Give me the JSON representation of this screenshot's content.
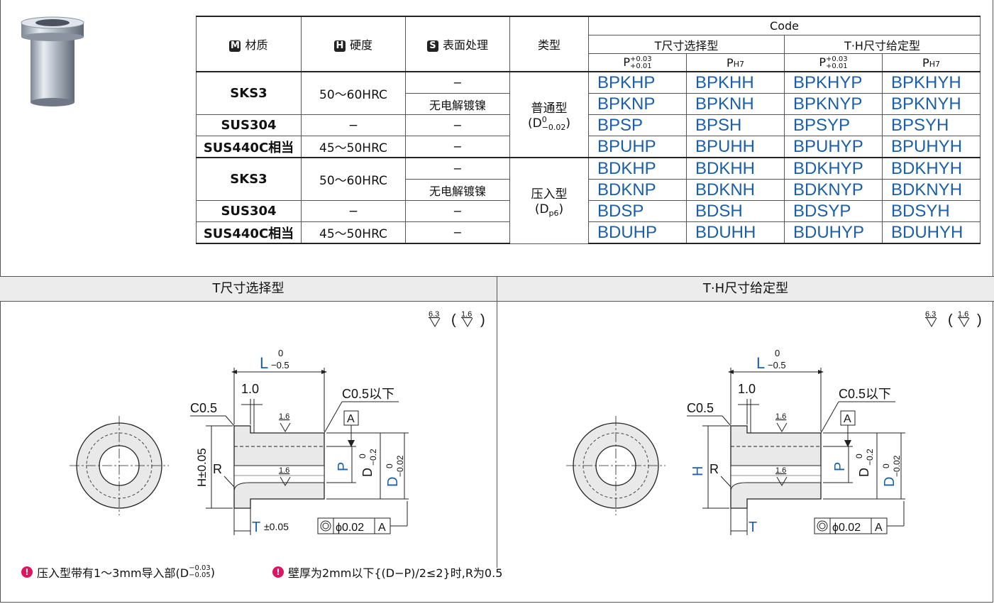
{
  "table": {
    "headers": {
      "material": "材质",
      "hardness": "硬度",
      "surface": "表面处理",
      "type": "类型",
      "code": "Code",
      "t_select": "T尺寸选择型",
      "th_given": "T·H尺寸给定型",
      "p_tol": "P",
      "p_tol_sup": "+0.03",
      "p_tol_sub": "+0.01",
      "ph7": "P",
      "ph7_sub": "H7"
    },
    "badges": {
      "material": "M",
      "hardness": "H",
      "surface": "S"
    },
    "groups": [
      {
        "type_name": "普通型",
        "type_spec": "(D",
        "type_spec_sup": "0",
        "type_spec_sub": "−0.02",
        "type_close": ")",
        "rows": [
          {
            "material": "SKS3",
            "hardness": "50～60HRC",
            "surface": "−",
            "codes": [
              "BPKHP",
              "BPKHH",
              "BPKHYP",
              "BPKHYH"
            ]
          },
          {
            "material": "",
            "hardness": "",
            "surface": "无电解镀镍",
            "codes": [
              "BPKNP",
              "BPKNH",
              "BPKNYP",
              "BPKNYH"
            ]
          },
          {
            "material": "SUS304",
            "hardness": "−",
            "surface": "−",
            "codes": [
              "BPSP",
              "BPSH",
              "BPSYP",
              "BPSYH"
            ]
          },
          {
            "material": "SUS440C相当",
            "hardness": "45～50HRC",
            "surface": "−",
            "codes": [
              "BPUHP",
              "BPUHH",
              "BPUHYP",
              "BPUHYH"
            ]
          }
        ]
      },
      {
        "type_name": "压入型",
        "type_spec": "(D",
        "type_spec_sup": "",
        "type_spec_sub": "p6",
        "type_close": ")",
        "rows": [
          {
            "material": "SKS3",
            "hardness": "50～60HRC",
            "surface": "−",
            "codes": [
              "BDKHP",
              "BDKHH",
              "BDKHYP",
              "BDKHYH"
            ]
          },
          {
            "material": "",
            "hardness": "",
            "surface": "无电解镀镍",
            "codes": [
              "BDKNP",
              "BDKNH",
              "BDKNYP",
              "BDKNYH"
            ]
          },
          {
            "material": "SUS304",
            "hardness": "−",
            "surface": "−",
            "codes": [
              "BDSP",
              "BDSH",
              "BDSYP",
              "BDSYH"
            ]
          },
          {
            "material": "SUS440C相当",
            "hardness": "45～50HRC",
            "surface": "−",
            "codes": [
              "BDUHP",
              "BDUHH",
              "BDUHYP",
              "BDUHYH"
            ]
          }
        ]
      }
    ]
  },
  "panels": {
    "left_title": "T尺寸选择型",
    "right_title": "T·H尺寸给定型"
  },
  "drawing": {
    "roughness_main": "6.3",
    "roughness_alt": "1.6",
    "paren_open": "(",
    "paren_close": ")",
    "L": "L",
    "L_sup": "0",
    "L_sub": "−0.5",
    "dim_1_0": "1.0",
    "c05": "C0.5",
    "c05_below": "C0.5以下",
    "datum": "A",
    "rough_inner": "1.6",
    "H_left": "H±0.05",
    "H_right": "H",
    "R": "R",
    "P": "P",
    "D1": "D",
    "D1_sup": "0",
    "D1_sub": "−0.2",
    "D2": "D",
    "D2_sup": "0",
    "D2_sub": "−0.02",
    "T_left": "T",
    "T_tol": "±0.05",
    "T_right": "T",
    "coax_tol": "ϕ0.02",
    "coax_datum": "A"
  },
  "notes": [
    {
      "text": "压入型带有1～3mm导入部(D",
      "sup": "−0.03",
      "sub": "−0.05",
      "tail": ")"
    },
    {
      "text": "壁厚为2mm以下{(D−P)/2≤2}时,R为0.5",
      "sup": "",
      "sub": "",
      "tail": ""
    }
  ],
  "colors": {
    "code_blue": "#1a5fa8",
    "dim_blue": "#1a5fa8",
    "warn": "#e0135f",
    "panel_bg": "#ececec"
  }
}
